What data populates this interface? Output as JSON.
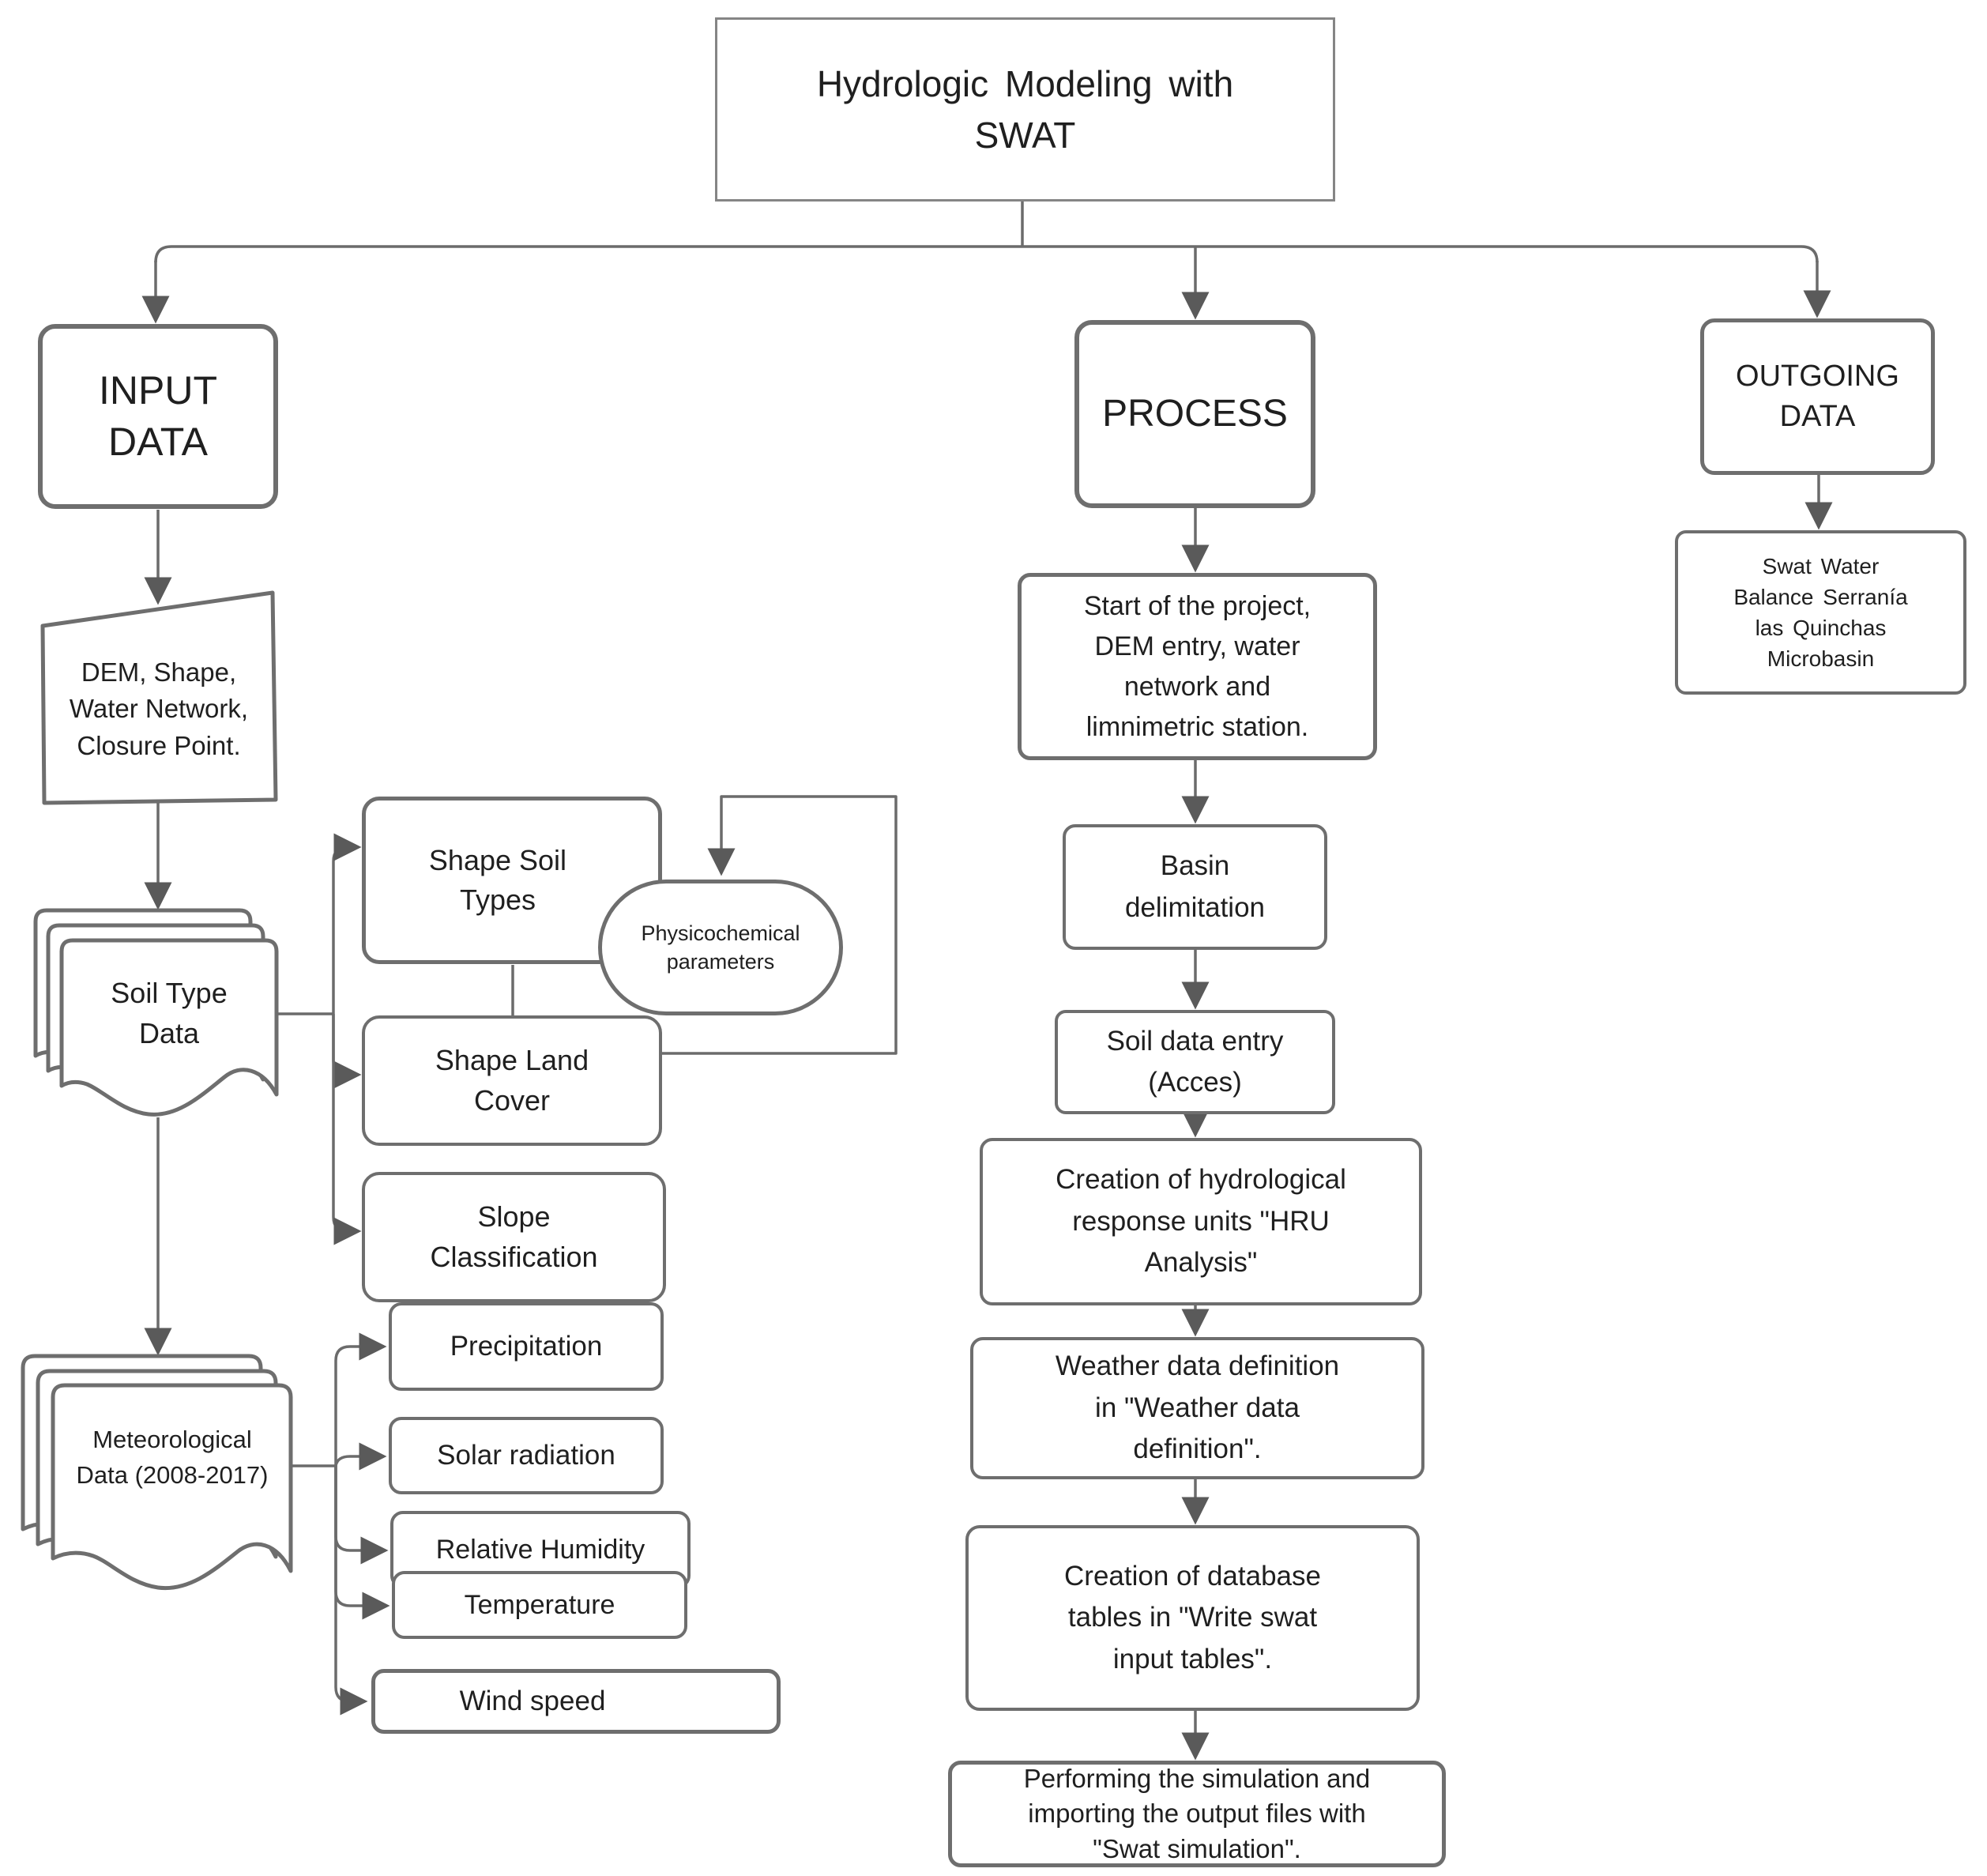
{
  "page": {
    "title": "Hydrologic Modeling with SWAT"
  },
  "colors": {
    "line": "#6b6b6b",
    "box_border": "#6e6e6e",
    "text": "#1f1f1f",
    "arrow": "#5a5a5a",
    "background": "#ffffff"
  },
  "nodes": {
    "title": {
      "lines": [
        "Hydrologic Modeling with",
        "SWAT"
      ]
    },
    "input_header": {
      "lines": [
        "INPUT",
        "DATA"
      ]
    },
    "dem": {
      "lines": [
        "DEM, Shape,",
        "Water Network,",
        "Closure Point."
      ]
    },
    "soil_doc": {
      "lines": [
        "Soil Type",
        "Data"
      ]
    },
    "shape_soil_types": {
      "lines": [
        "Shape Soil",
        "Types"
      ]
    },
    "physicochemical": {
      "lines": [
        "Physicochemical",
        "parameters"
      ]
    },
    "shape_land_cover": {
      "lines": [
        "Shape Land",
        "Cover"
      ]
    },
    "slope_classification": {
      "lines": [
        "Slope",
        "Classification"
      ]
    },
    "meteo_doc": {
      "lines": [
        "Meteorological",
        "Data (2008-2017)"
      ]
    },
    "precipitation": {
      "label": "Precipitation"
    },
    "solar_radiation": {
      "label": "Solar radiation"
    },
    "relative_humidity": {
      "label": "Relative Humidity"
    },
    "temperature": {
      "label": "Temperature"
    },
    "wind_speed": {
      "label": "Wind speed"
    },
    "process_header": {
      "label": "PROCESS"
    },
    "step_start": {
      "lines": [
        "Start of the project,",
        "DEM entry, water",
        "network and",
        "limnimetric station."
      ]
    },
    "step_basin": {
      "lines": [
        "Basin",
        "delimitation"
      ]
    },
    "step_soil_entry": {
      "lines": [
        "Soil data entry",
        "(Acces)"
      ]
    },
    "step_hru": {
      "lines": [
        "Creation of hydrological",
        "response units \"HRU",
        "Analysis\""
      ]
    },
    "step_weather": {
      "lines": [
        "Weather data definition",
        "in \"Weather data",
        "definition\"."
      ]
    },
    "step_tables": {
      "lines": [
        "Creation of database",
        "tables in \"Write swat",
        "input tables\"."
      ]
    },
    "step_simulation": {
      "lines": [
        "Performing the simulation and",
        "importing the output files with",
        "\"Swat simulation\"."
      ]
    },
    "outgoing_header": {
      "lines": [
        "OUTGOING",
        "DATA"
      ]
    },
    "outgoing_result": {
      "lines": [
        "Swat Water",
        "Balance Serranía",
        "las Quinchas",
        "Microbasin"
      ]
    }
  }
}
